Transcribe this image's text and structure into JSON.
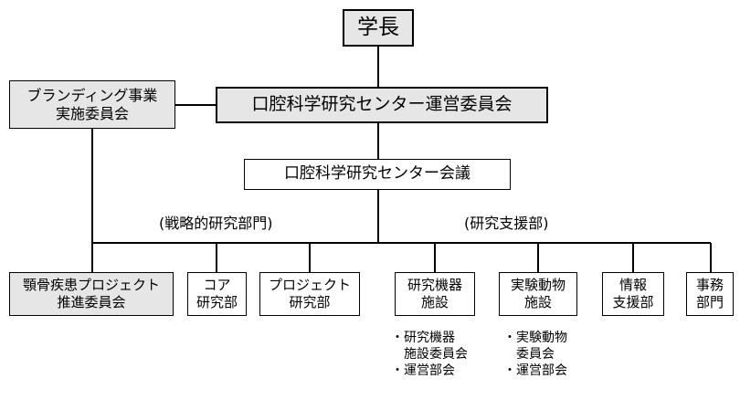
{
  "president": "学長",
  "steering_committee": "口腔科学研究センター運営委員会",
  "branding_committee": [
    "ブランディング事業",
    "実施委員会"
  ],
  "center_council": "口腔科学研究センター会議",
  "strategic_division_label": "(戦略的研究部門)",
  "support_division_label": "(研究支援部)",
  "units": {
    "jaw_project": [
      "顎骨疾患プロジェクト",
      "推進委員会"
    ],
    "core": [
      "コア",
      "研究部"
    ],
    "project": [
      "プロジェクト",
      "研究部"
    ],
    "equipment": [
      "研究機器",
      "施設"
    ],
    "animal": [
      "実験動物",
      "施設"
    ],
    "info": [
      "情報",
      "支援部"
    ],
    "office": [
      "事務",
      "部門"
    ]
  },
  "equipment_notes": [
    "・研究機器",
    "施設委員会",
    "・運営部会"
  ],
  "animal_notes": [
    "・実験動物",
    "委員会",
    "・運営部会"
  ]
}
